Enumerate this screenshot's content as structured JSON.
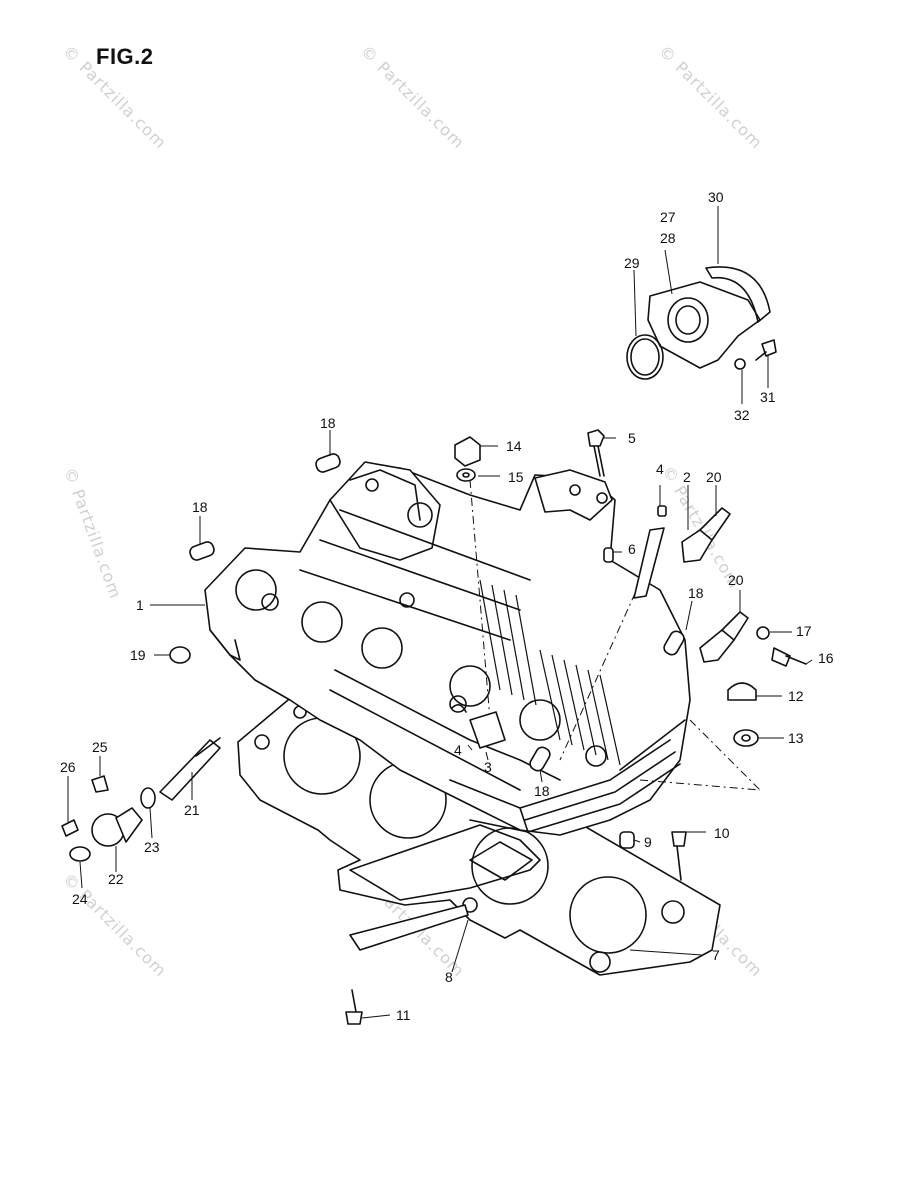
{
  "figure": {
    "title": "FIG.2"
  },
  "watermark": {
    "text": "© Partzilla.com"
  },
  "callouts": [
    "1",
    "2",
    "3",
    "4",
    "4",
    "5",
    "6",
    "7",
    "8",
    "9",
    "10",
    "11",
    "12",
    "13",
    "14",
    "15",
    "16",
    "17",
    "18",
    "18",
    "18",
    "18",
    "18",
    "19",
    "20",
    "20",
    "21",
    "22",
    "23",
    "24",
    "25",
    "26",
    "27",
    "28",
    "29",
    "30",
    "31",
    "32"
  ]
}
